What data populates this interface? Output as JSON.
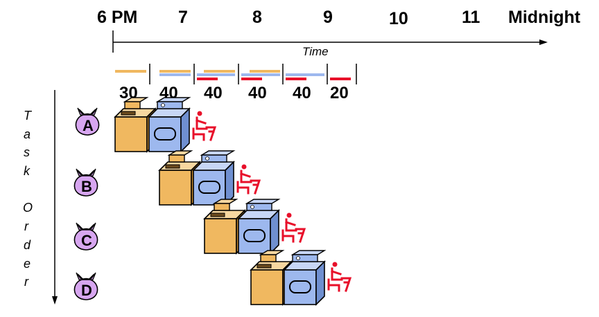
{
  "timeline": {
    "hour_labels": [
      "6 PM",
      "7",
      "8",
      "9",
      "10",
      "11",
      "Midnight"
    ],
    "axis_title": "Time",
    "durations": [
      "30",
      "40",
      "40",
      "40",
      "40",
      "20"
    ]
  },
  "task_axis": {
    "label_letters": [
      "T",
      "a",
      "s",
      "k",
      "O",
      "r",
      "d",
      "e",
      "r"
    ]
  },
  "loads": [
    {
      "label": "A"
    },
    {
      "label": "B"
    },
    {
      "label": "C"
    },
    {
      "label": "D"
    }
  ],
  "colors": {
    "washer": "#f0b860",
    "dryer": "#9db8ee",
    "fold": "#e8102a",
    "bag": "#d7a6f0",
    "wash_bar": "#f0b860",
    "dry_bar": "#9db8ee",
    "fold_bar": "#e8102a"
  },
  "icons": {
    "washer": "washer-icon",
    "dryer": "dryer-icon",
    "folder": "folder-person-icon",
    "bag": "laundry-bag-icon"
  }
}
